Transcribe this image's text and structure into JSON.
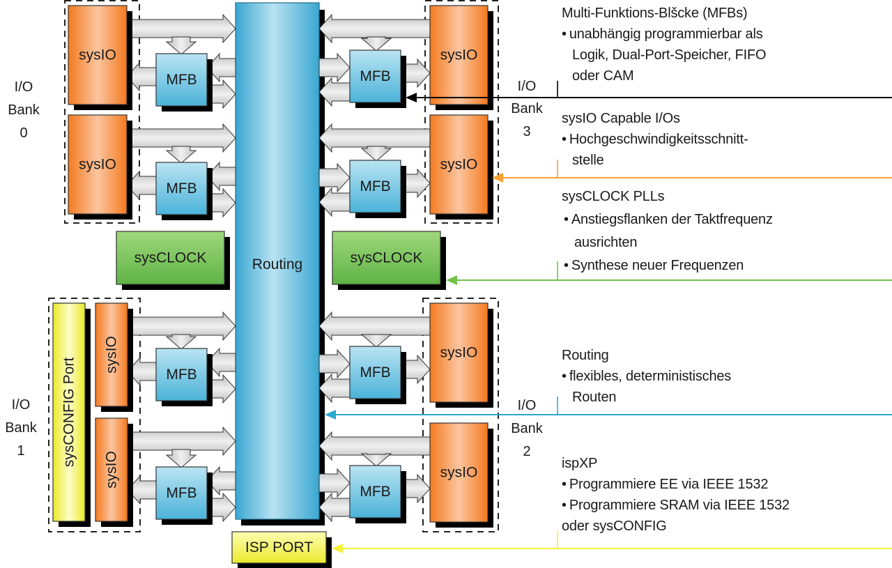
{
  "diagram": {
    "blocks": {
      "routing": "Routing",
      "sysio": "sysIO",
      "mfb": "MFB",
      "sysclock": "sysCLOCK",
      "sysconfig": "sysCONFIG Port",
      "isp_port": "ISP PORT"
    },
    "banks": [
      {
        "line1": "I/O",
        "line2": "Bank",
        "line3": "0"
      },
      {
        "line1": "I/O",
        "line2": "Bank",
        "line3": "1"
      },
      {
        "line1": "I/O",
        "line2": "Bank",
        "line3": "2"
      },
      {
        "line1": "I/O",
        "line2": "Bank",
        "line3": "3"
      }
    ],
    "colors": {
      "sysio": "#f7842a",
      "mfb": "#5bbfe0",
      "routing": "#6cc8e6",
      "sysclock": "#7cc55a",
      "sysconfig": "#f2f250",
      "arrow": "#d9d9d9",
      "leader_mfb": "#000000",
      "leader_sysio": "#f7a234",
      "leader_sysclock": "#74c246",
      "leader_routing": "#2aa8d0",
      "leader_isp": "#f5f03a"
    }
  },
  "descriptions": {
    "mfb": {
      "title": "Multi-Funktions-Blšcke (MFBs)",
      "bullets": [
        "unabhängig programmierbar als"
      ],
      "continuation": [
        "Logik, Dual-Port-Speicher, FIFO",
        "oder CAM"
      ]
    },
    "sysio": {
      "title": "sysIO Capable I/Os",
      "bullets": [
        "Hochgeschwindigkeitsschnitt-"
      ],
      "continuation": [
        "stelle"
      ]
    },
    "sysclock": {
      "title": "sysCLOCK PLLs",
      "bullet1": "Anstiegsflanken der Taktfrequenz",
      "bullet1_cont": "ausrichten",
      "bullet2": "Synthese neuer Frequenzen"
    },
    "routing": {
      "title": "Routing",
      "bullets": [
        "flexibles, deterministisches"
      ],
      "continuation": [
        "Routen"
      ]
    },
    "ispxp": {
      "title": "ispXP",
      "bullet1": "Programmiere EE via IEEE 1532",
      "bullet2": "Programmiere SRAM via IEEE 1532",
      "tail": "oder sysCONFIG"
    }
  }
}
